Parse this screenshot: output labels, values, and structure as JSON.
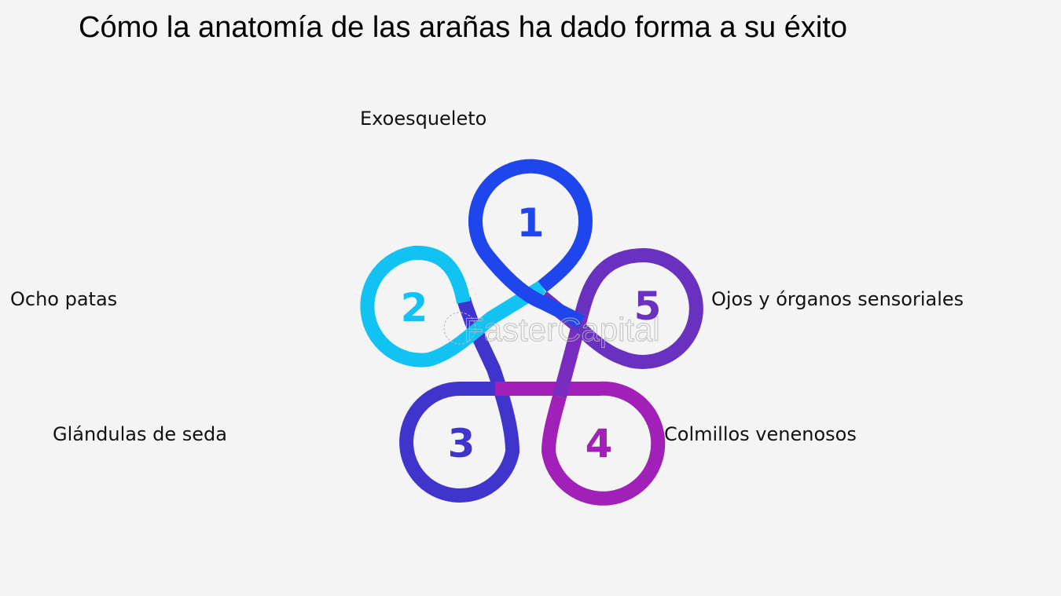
{
  "title": "Cómo la anatomía de las arañas ha dado forma a su éxito",
  "diagram": {
    "type": "five-loop-knot-infographic",
    "items": [
      {
        "number": "1",
        "label": "Exoesqueleto",
        "color": "#1f45ec"
      },
      {
        "number": "2",
        "label": "Ocho patas",
        "color": "#12c2f2"
      },
      {
        "number": "3",
        "label": "Glándulas de seda",
        "color": "#3f35cc"
      },
      {
        "number": "4",
        "label": "Colmillos venenosos",
        "color": "#a020b8"
      },
      {
        "number": "5",
        "label": "Ojos y órganos sensoriales",
        "color": "#6a30c0"
      }
    ]
  },
  "watermark": "FasterCapital",
  "background_color": "#f4f4f4"
}
